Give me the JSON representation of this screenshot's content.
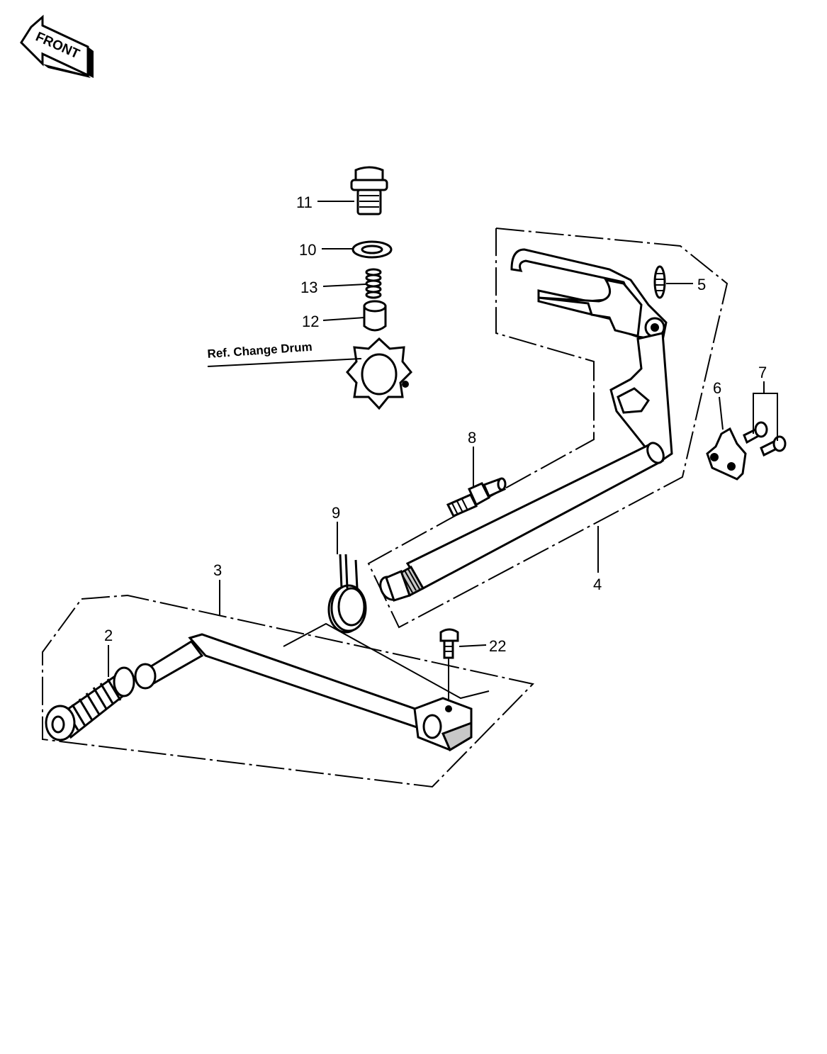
{
  "front_badge": "FRONT",
  "reference_label": "Ref. Change Drum",
  "callouts": {
    "c2": "2",
    "c3": "3",
    "c4": "4",
    "c5": "5",
    "c6": "6",
    "c7": "7",
    "c8": "8",
    "c9": "9",
    "c10": "10",
    "c11": "11",
    "c12": "12",
    "c13": "13",
    "c22": "22"
  }
}
